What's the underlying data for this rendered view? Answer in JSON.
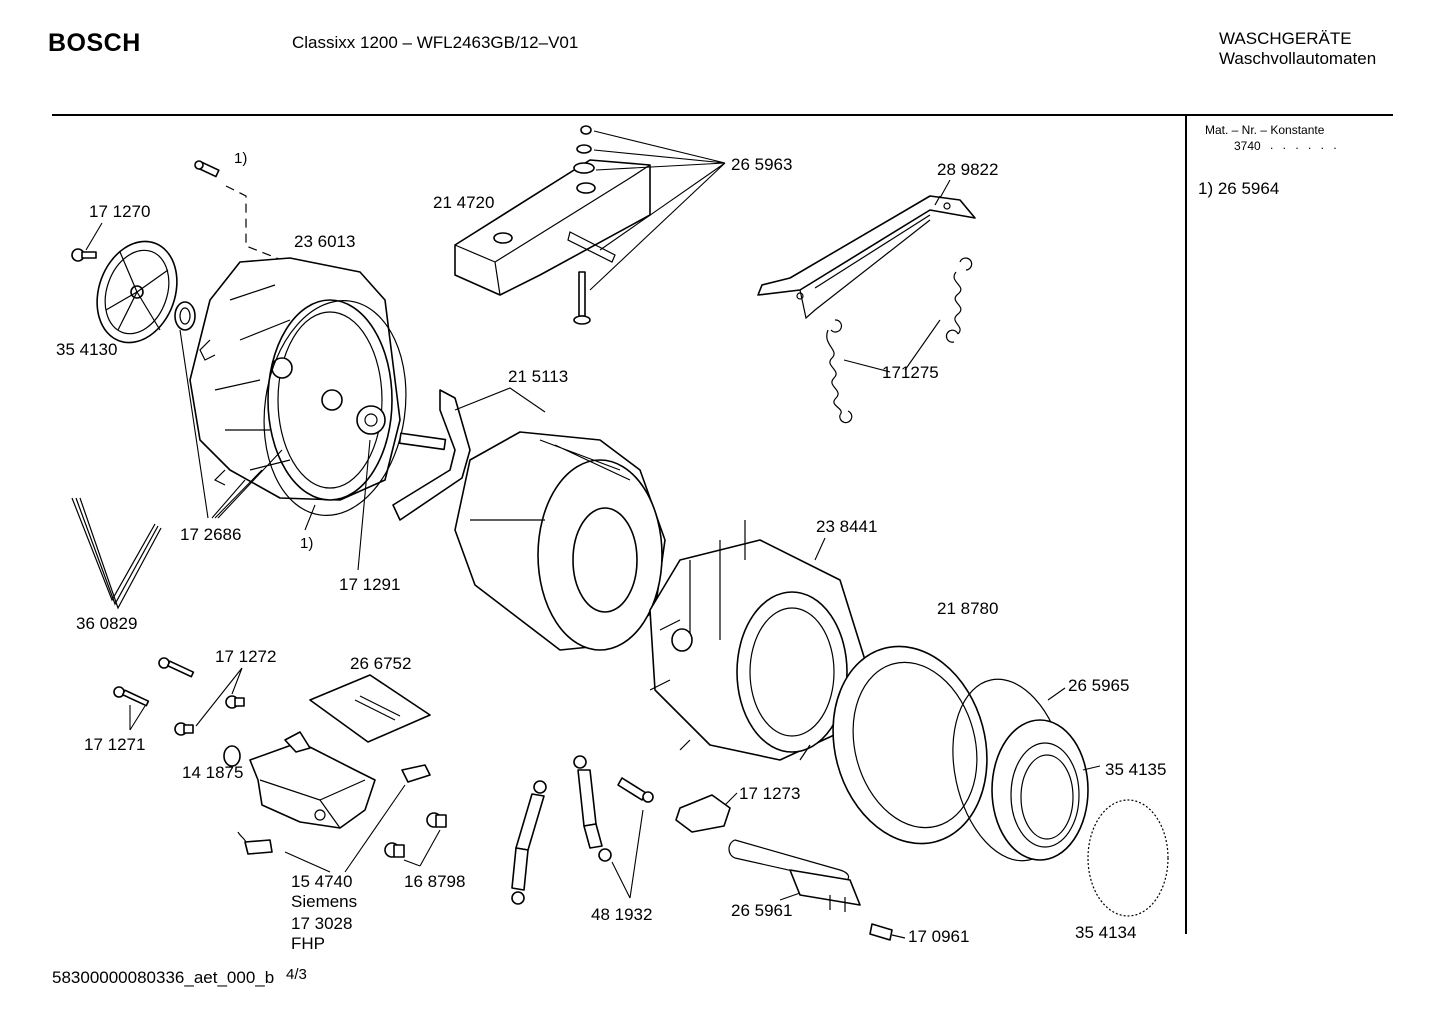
{
  "header": {
    "brand": "BOSCH",
    "model": "Classixx 1200 – WFL2463GB/12–V01",
    "category_line1": "WASCHGERÄTE",
    "category_line2": "Waschvollautomaten"
  },
  "side_panel": {
    "mat_label": "Mat. – Nr. – Konstante",
    "mat_code": "3740",
    "mat_dots": ". .  . . . .",
    "footnote": "1) 26 5964"
  },
  "footer": {
    "doc_id": "58300000080336_aet_000_b",
    "page": "4/3"
  },
  "parts": {
    "p265963": "26 5963",
    "p289822": "28 9822",
    "p214720": "21 4720",
    "p171270": "17 1270",
    "p236013": "23 6013",
    "note1_top": "1)",
    "p354130": "35 4130",
    "p215113": "21  5113",
    "p171275": "171275",
    "p172686": "17 2686",
    "note1_bottom": "1)",
    "p171291": "17 1291",
    "p238441": "23 8441",
    "p360829": "36 0829",
    "p218780": "21 8780",
    "p171272": "17 1272",
    "p266752": "26 6752",
    "p265965": "26 5965",
    "p171271": "17 1271",
    "p354135": "35 4135",
    "p141875": "14 1875",
    "p171273": "17 1273",
    "p154740": "15 4740",
    "siemens": "Siemens",
    "p173028": "17 3028",
    "fhp": "FHP",
    "p168798": "16 8798",
    "p481932": "48 1932",
    "p265961": "26 5961",
    "p170961": "17 0961",
    "p354134": "35 4134"
  }
}
